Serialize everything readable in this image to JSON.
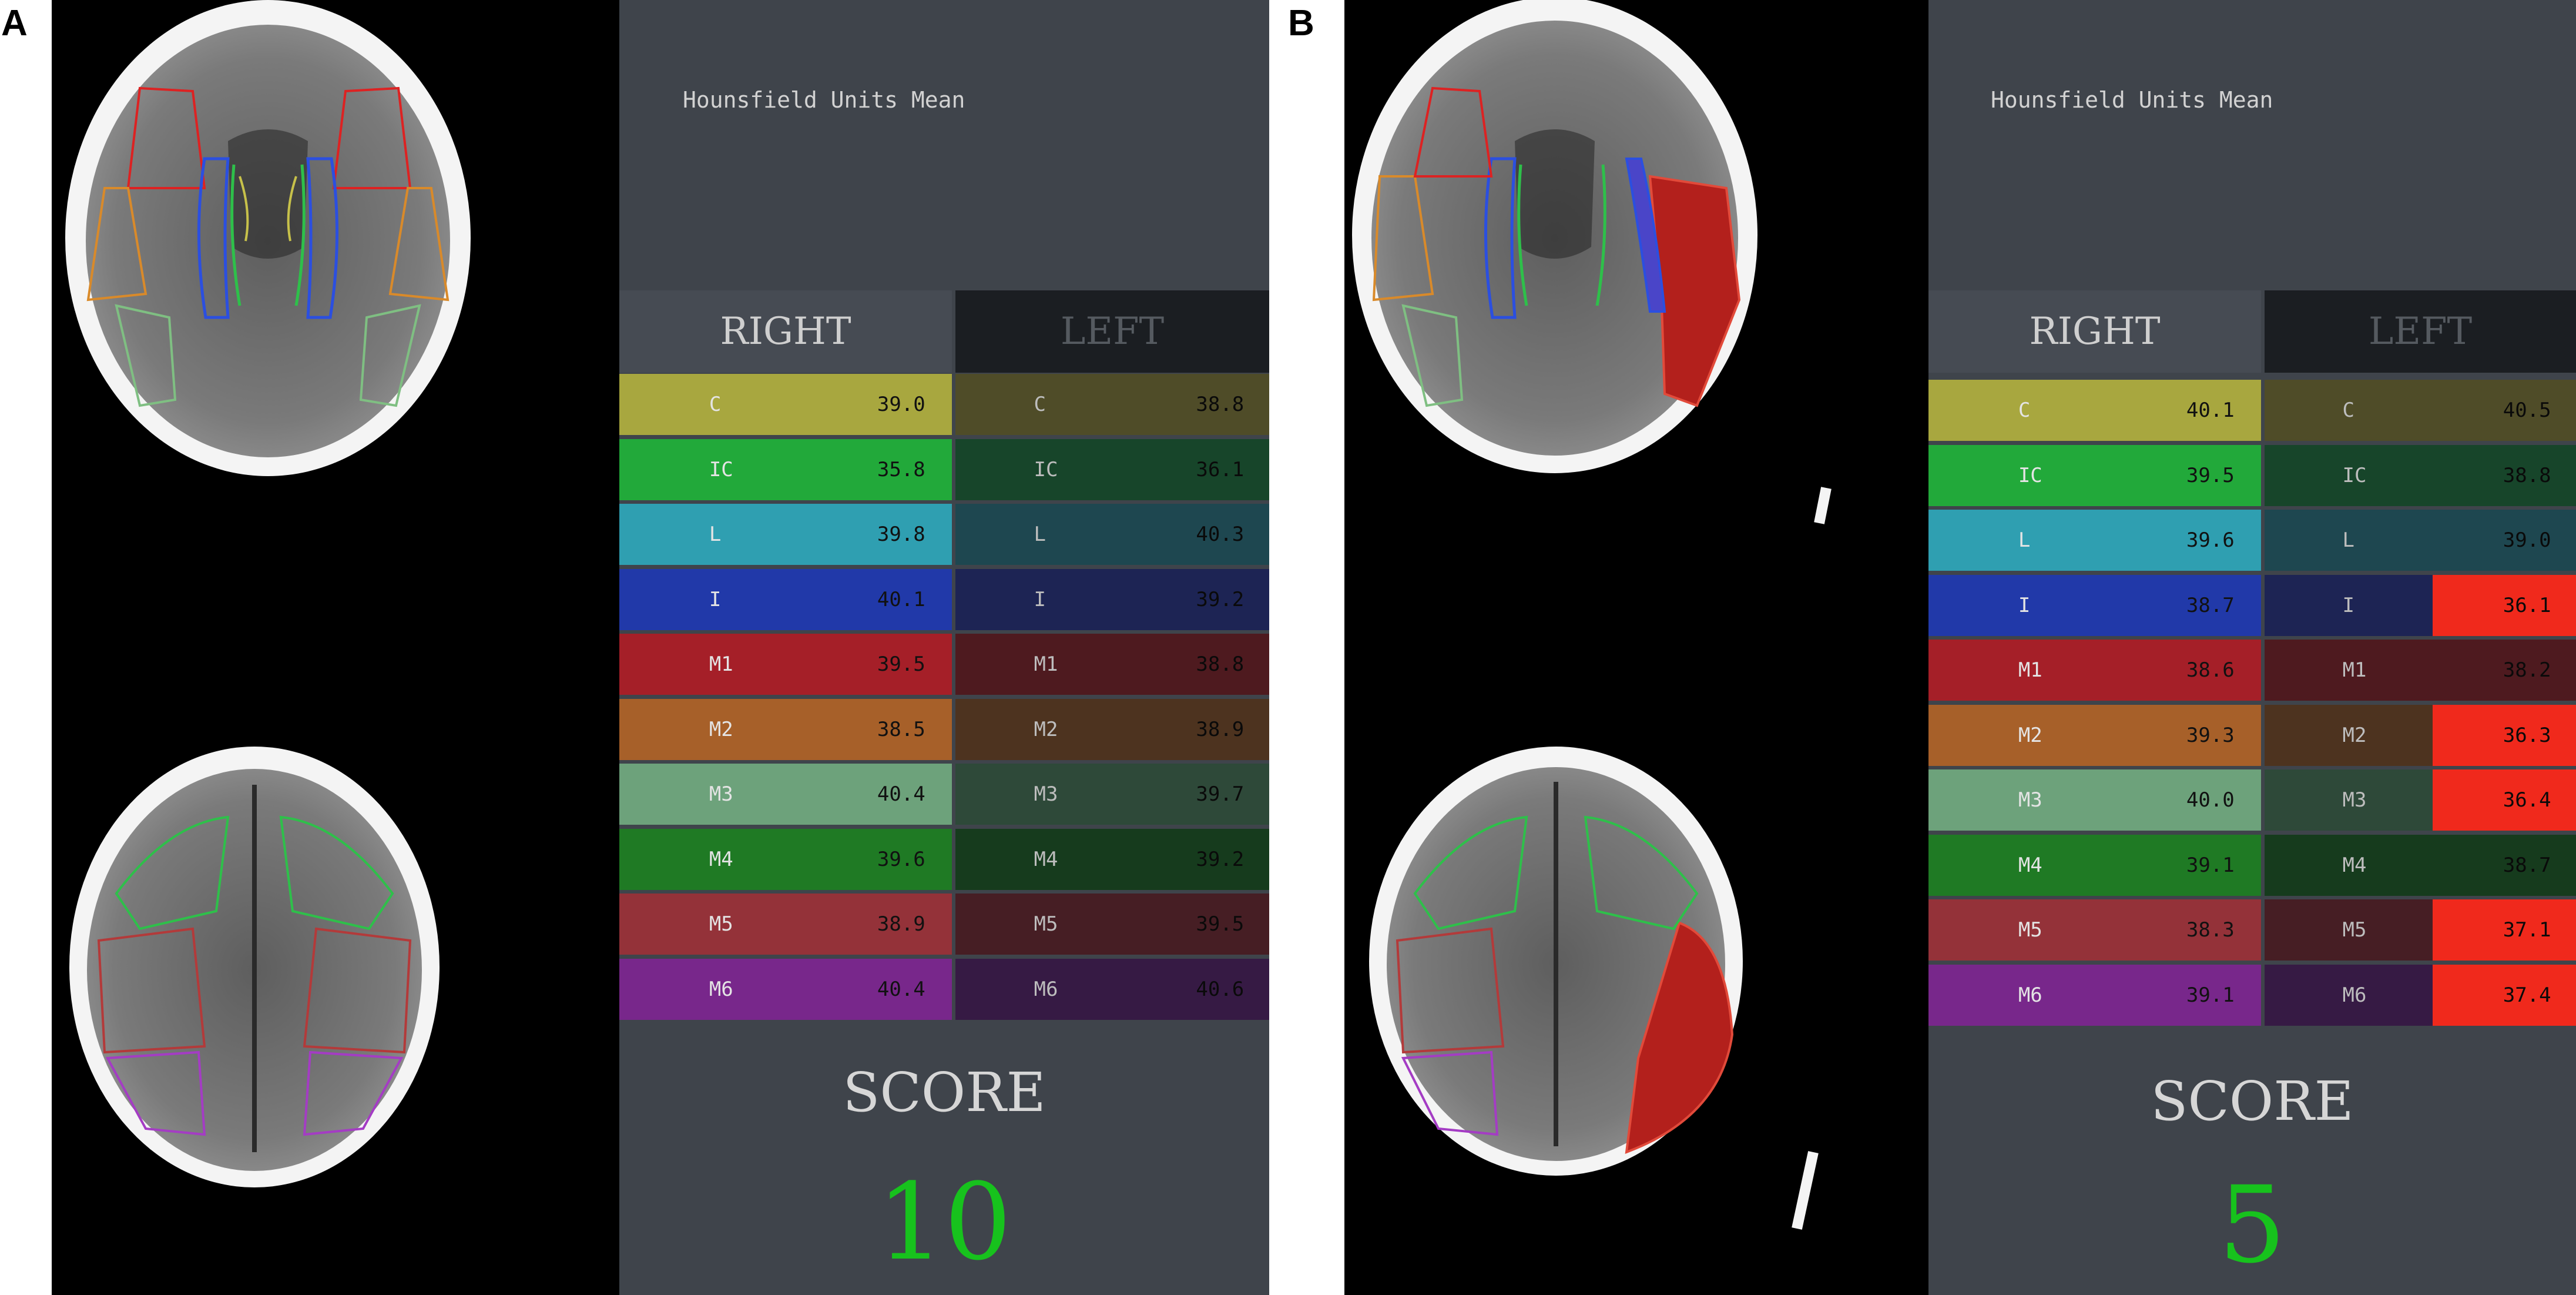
{
  "panels": [
    {
      "letter": "A",
      "hu_title": "Hounsfield Units Mean",
      "right_header": "RIGHT",
      "left_header": "LEFT",
      "rows": [
        {
          "region": "C",
          "right": "39.0",
          "left": "38.8",
          "left_flag": false,
          "rgb": "#a8a73f",
          "lgb": "#4f4c28"
        },
        {
          "region": "IC",
          "right": "35.8",
          "left": "36.1",
          "left_flag": false,
          "rgb": "#22a93a",
          "lgb": "#17452a"
        },
        {
          "region": "L",
          "right": "39.8",
          "left": "40.3",
          "left_flag": false,
          "rgb": "#2f9fb1",
          "lgb": "#1e4750"
        },
        {
          "region": "I",
          "right": "40.1",
          "left": "39.2",
          "left_flag": false,
          "rgb": "#2139a9",
          "lgb": "#1d2454"
        },
        {
          "region": "M1",
          "right": "39.5",
          "left": "38.8",
          "left_flag": false,
          "rgb": "#a51f28",
          "lgb": "#4e1a1f"
        },
        {
          "region": "M2",
          "right": "38.5",
          "left": "38.9",
          "left_flag": false,
          "rgb": "#a76029",
          "lgb": "#4d331f"
        },
        {
          "region": "M3",
          "right": "40.4",
          "left": "39.7",
          "left_flag": false,
          "rgb": "#6da27b",
          "lgb": "#2e4939"
        },
        {
          "region": "M4",
          "right": "39.6",
          "left": "39.2",
          "left_flag": false,
          "rgb": "#1f7a24",
          "lgb": "#163b1d"
        },
        {
          "region": "M5",
          "right": "38.9",
          "left": "39.5",
          "left_flag": false,
          "rgb": "#943239",
          "lgb": "#461e24"
        },
        {
          "region": "M6",
          "right": "40.4",
          "left": "40.6",
          "left_flag": false,
          "rgb": "#78278b",
          "lgb": "#361a44"
        }
      ],
      "score_label": "SCORE",
      "score": "10"
    },
    {
      "letter": "B",
      "hu_title": "Hounsfield Units Mean",
      "right_header": "RIGHT",
      "left_header": "LEFT",
      "rows": [
        {
          "region": "C",
          "right": "40.1",
          "left": "40.5",
          "left_flag": false,
          "rgb": "#a8a73f",
          "lgb": "#4f4c28"
        },
        {
          "region": "IC",
          "right": "39.5",
          "left": "38.8",
          "left_flag": false,
          "rgb": "#22a93a",
          "lgb": "#17452a"
        },
        {
          "region": "L",
          "right": "39.6",
          "left": "39.0",
          "left_flag": false,
          "rgb": "#2f9fb1",
          "lgb": "#1e4750"
        },
        {
          "region": "I",
          "right": "38.7",
          "left": "36.1",
          "left_flag": true,
          "rgb": "#2139a9",
          "lgb": "#1d2454"
        },
        {
          "region": "M1",
          "right": "38.6",
          "left": "38.2",
          "left_flag": false,
          "rgb": "#a51f28",
          "lgb": "#4e1a1f"
        },
        {
          "region": "M2",
          "right": "39.3",
          "left": "36.3",
          "left_flag": true,
          "rgb": "#a76029",
          "lgb": "#4d331f"
        },
        {
          "region": "M3",
          "right": "40.0",
          "left": "36.4",
          "left_flag": true,
          "rgb": "#6da27b",
          "lgb": "#2e4939"
        },
        {
          "region": "M4",
          "right": "39.1",
          "left": "38.7",
          "left_flag": false,
          "rgb": "#1f7a24",
          "lgb": "#163b1d"
        },
        {
          "region": "M5",
          "right": "38.3",
          "left": "37.1",
          "left_flag": true,
          "rgb": "#943239",
          "lgb": "#461e24"
        },
        {
          "region": "M6",
          "right": "39.1",
          "left": "37.4",
          "left_flag": true,
          "rgb": "#78278b",
          "lgb": "#361a44"
        }
      ],
      "score_label": "SCORE",
      "score": "5"
    }
  ],
  "colors": {
    "sidebar_bg": "#3f444b",
    "right_header_bg": "#464b53",
    "left_header_bg": "#1b1e22",
    "flag_red": "#f0291c",
    "score_green": "#17c21d"
  }
}
